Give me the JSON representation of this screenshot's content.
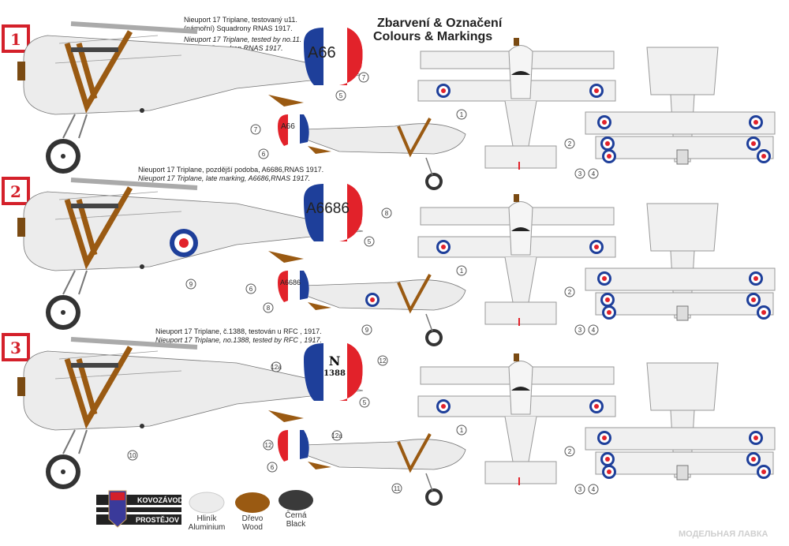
{
  "header": {
    "title_cz": "Zbarvení & Označení",
    "title_en": "Colours & Markings"
  },
  "schemes": [
    {
      "badge": "1",
      "caption_cz_1": "Nieuport 17 Triplane, testovaný u11.",
      "caption_cz_2": "(námořní) Squadrony RNAS 1917.",
      "caption_en_1": "Nieuport 17 Triplane, tested by no.11.",
      "caption_en_2": "( Naval) Squadron RNAS 1917.",
      "serial": "A66",
      "small_serial": "A66",
      "callouts_big": [
        "7",
        "5"
      ],
      "callouts_small": [
        "7",
        "6"
      ],
      "callouts_top": [
        "1",
        "2",
        "3",
        "4"
      ]
    },
    {
      "badge": "2",
      "caption_cz_1": "Nieuport 17 Triplane, pozdější podoba, A6686,RNAS 1917.",
      "caption_en_1": "Nieuport 17 Triplane, late marking, A6686,RNAS 1917.",
      "serial": "A6686",
      "small_serial": "A6686",
      "callouts_big": [
        "8",
        "5",
        "9"
      ],
      "callouts_small": [
        "6",
        "8",
        "9"
      ],
      "callouts_top": [
        "1",
        "2",
        "3",
        "4"
      ]
    },
    {
      "badge": "3",
      "caption_cz_1": "Nieuport 17 Triplane, č.1388, testován u RFC , 1917.",
      "caption_en_1": "Nieuport 17 Triplane, no.1388, tested by RFC , 1917.",
      "serial_letter": "N",
      "serial": "1388",
      "callouts_big": [
        "12",
        "12a",
        "5",
        "10"
      ],
      "callouts_small": [
        "12",
        "12a",
        "6",
        "11"
      ],
      "callouts_top": [
        "1",
        "2",
        "3",
        "4"
      ]
    }
  ],
  "legend": {
    "logo_top": "KOVOZÁVODY",
    "logo_bottom": "PROSTĚJOV",
    "colors": [
      {
        "cz": "Hliník",
        "en": "Aluminium",
        "hex": "#e8e8e8"
      },
      {
        "cz": "Dřevo",
        "en": "Wood",
        "hex": "#9a5a12"
      },
      {
        "cz": "Černá",
        "en": "Black",
        "hex": "#3a3a3a"
      }
    ]
  },
  "watermark": "МОДЕЛЬНАЯ ЛАВКА",
  "colors": {
    "red": "#e2222a",
    "blue": "#1e3f9a",
    "wood": "#9a5a12",
    "alu": "#ececec"
  }
}
